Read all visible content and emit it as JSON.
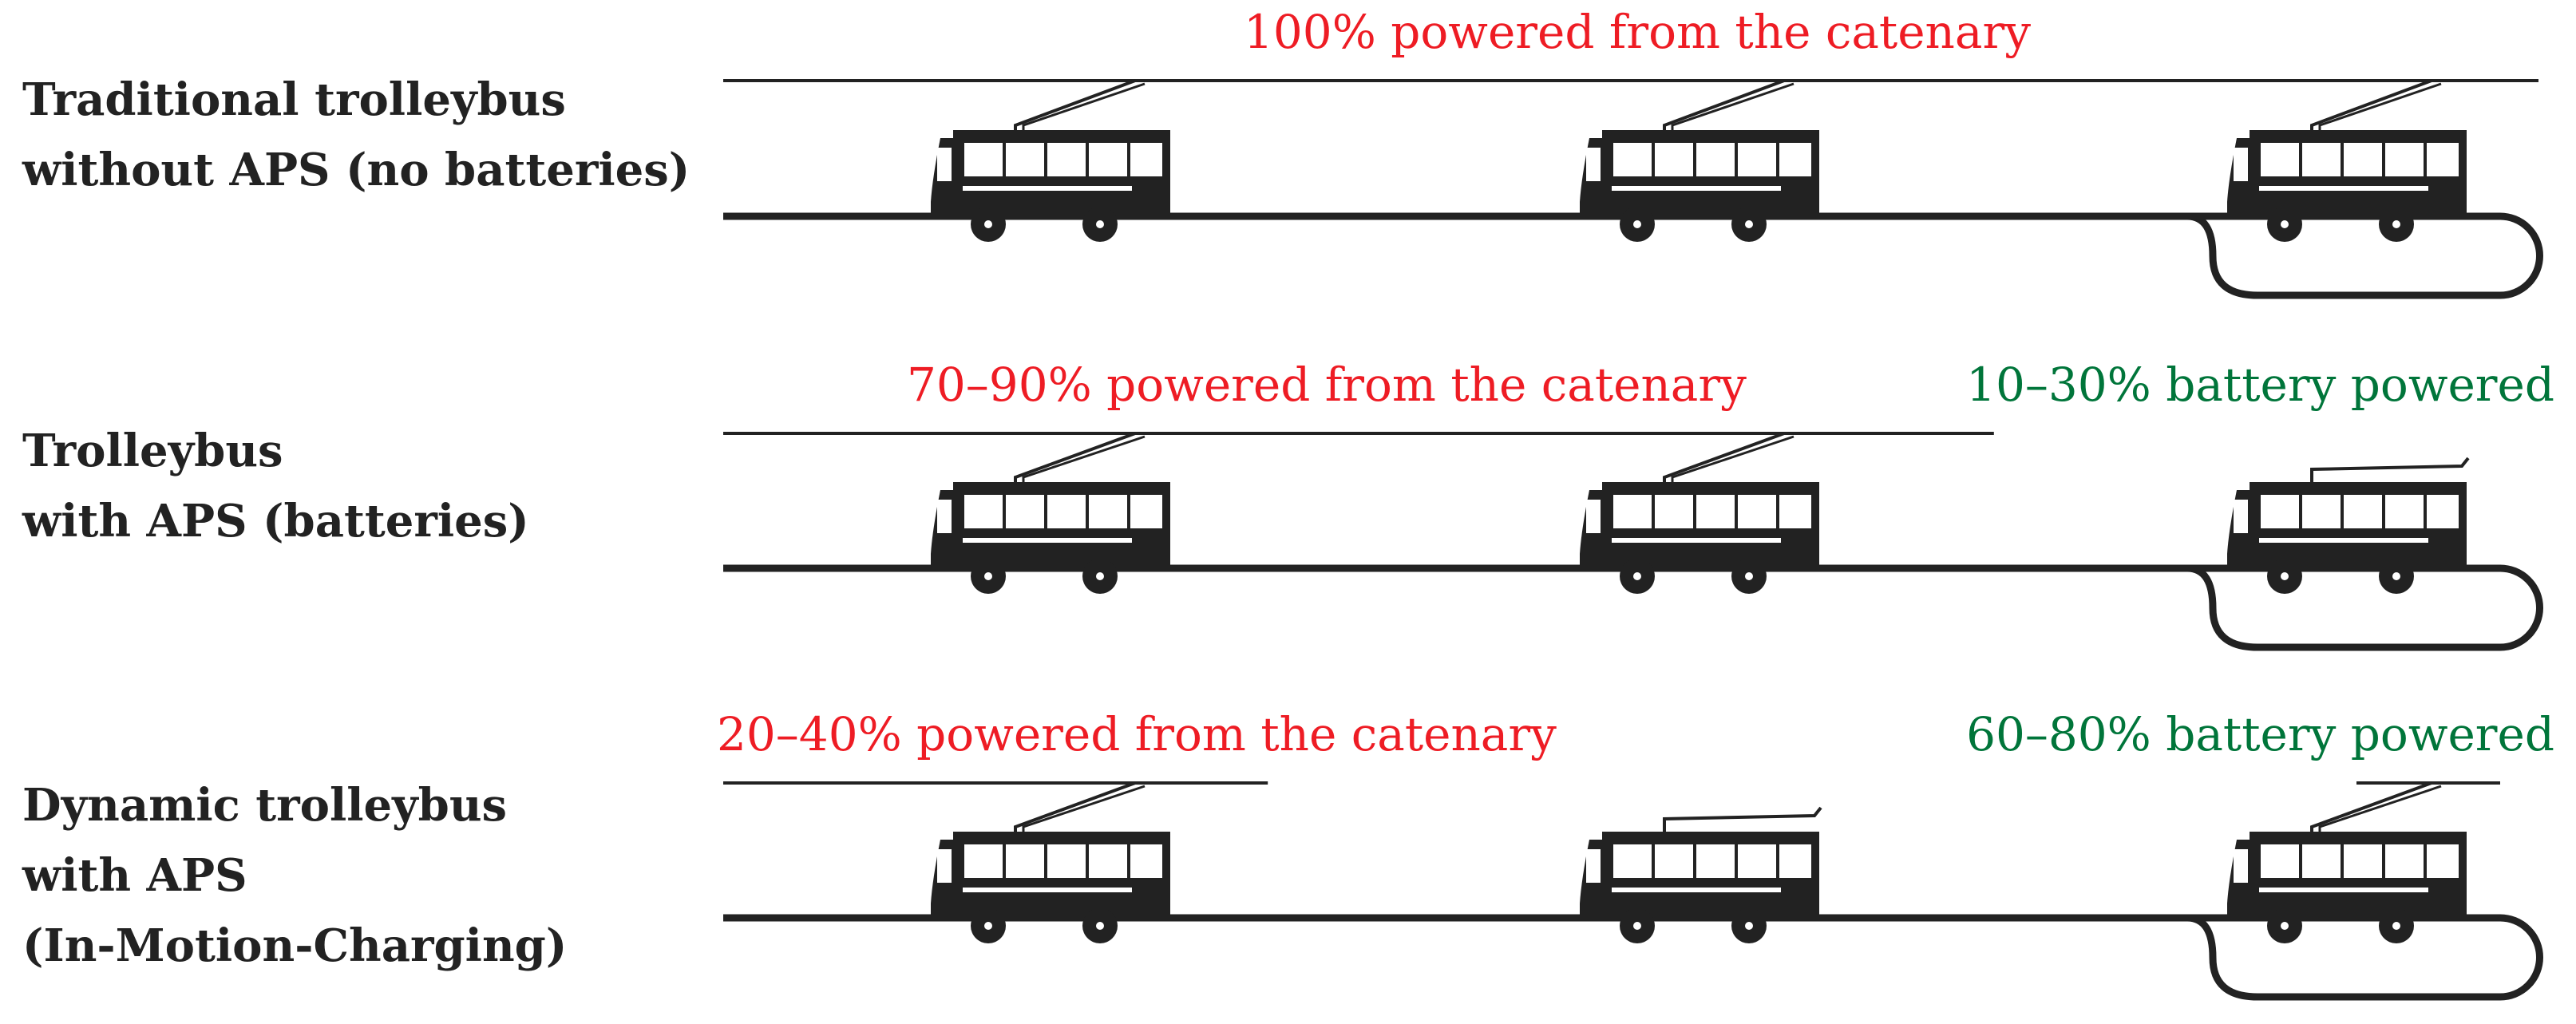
{
  "colors": {
    "catenary_text": "#ee1c24",
    "battery_text": "#00753a",
    "ink": "#222222",
    "background": "#ffffff"
  },
  "icons": {
    "vehicle": "trolleybus-icon",
    "turnaround": "turnaround-loop"
  },
  "rows": [
    {
      "label_lines": [
        "Traditional trolleybus",
        "without APS (no batteries)"
      ],
      "catenary_text": "100% powered from the catenary",
      "battery_text": "",
      "catenary_share": 1.0,
      "battery_share_min_pct": 0,
      "battery_share_max_pct": 0,
      "buses": [
        "connected",
        "connected",
        "connected"
      ]
    },
    {
      "label_lines": [
        "Trolleybus",
        "with APS (batteries)"
      ],
      "catenary_text": "70–90% powered from the catenary",
      "battery_text": "10–30% battery powered",
      "catenary_share": 0.7,
      "battery_share_min_pct": 10,
      "battery_share_max_pct": 30,
      "buses": [
        "connected",
        "connected",
        "battery"
      ]
    },
    {
      "label_lines": [
        "Dynamic trolleybus",
        "with APS",
        "(In-Motion-Charging)"
      ],
      "catenary_text": "20–40% powered from the catenary",
      "battery_text": "60–80% battery powered",
      "catenary_share": 0.3,
      "battery_share_min_pct": 60,
      "battery_share_max_pct": 80,
      "has_end_catenary": true,
      "buses": [
        "connected",
        "battery",
        "connected"
      ]
    }
  ]
}
